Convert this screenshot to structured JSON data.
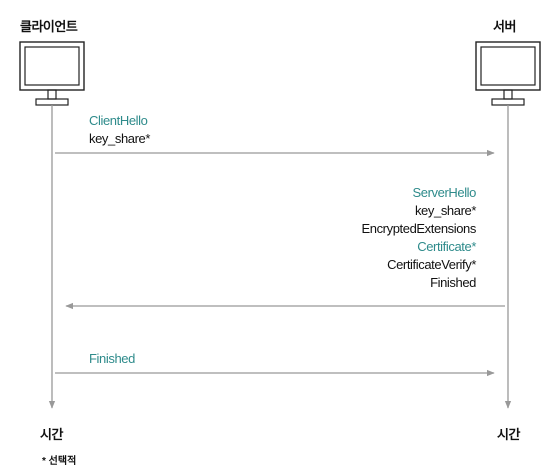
{
  "nodes": {
    "client": "클라이언트",
    "server": "서버"
  },
  "time_labels": {
    "client": "시간",
    "server": "시간"
  },
  "messages": {
    "client_to_server_1": {
      "title": "ClientHello",
      "lines": [
        "key_share*"
      ]
    },
    "server_to_client": {
      "lines": [
        {
          "text": "ServerHello",
          "highlight": true
        },
        {
          "text": "key_share*",
          "highlight": false
        },
        {
          "text": "EncryptedExtensions",
          "highlight": false
        },
        {
          "text": "Certificate*",
          "highlight": true
        },
        {
          "text": "CertificateVerify*",
          "highlight": false
        },
        {
          "text": "Finished",
          "highlight": false
        }
      ]
    },
    "client_to_server_2": {
      "title": "Finished"
    }
  },
  "footnote": "* 선택적",
  "colors": {
    "accent": "#2e8b8b",
    "line": "#999999",
    "text": "#111111"
  },
  "icons": {
    "client": "monitor-icon",
    "server": "monitor-icon"
  }
}
